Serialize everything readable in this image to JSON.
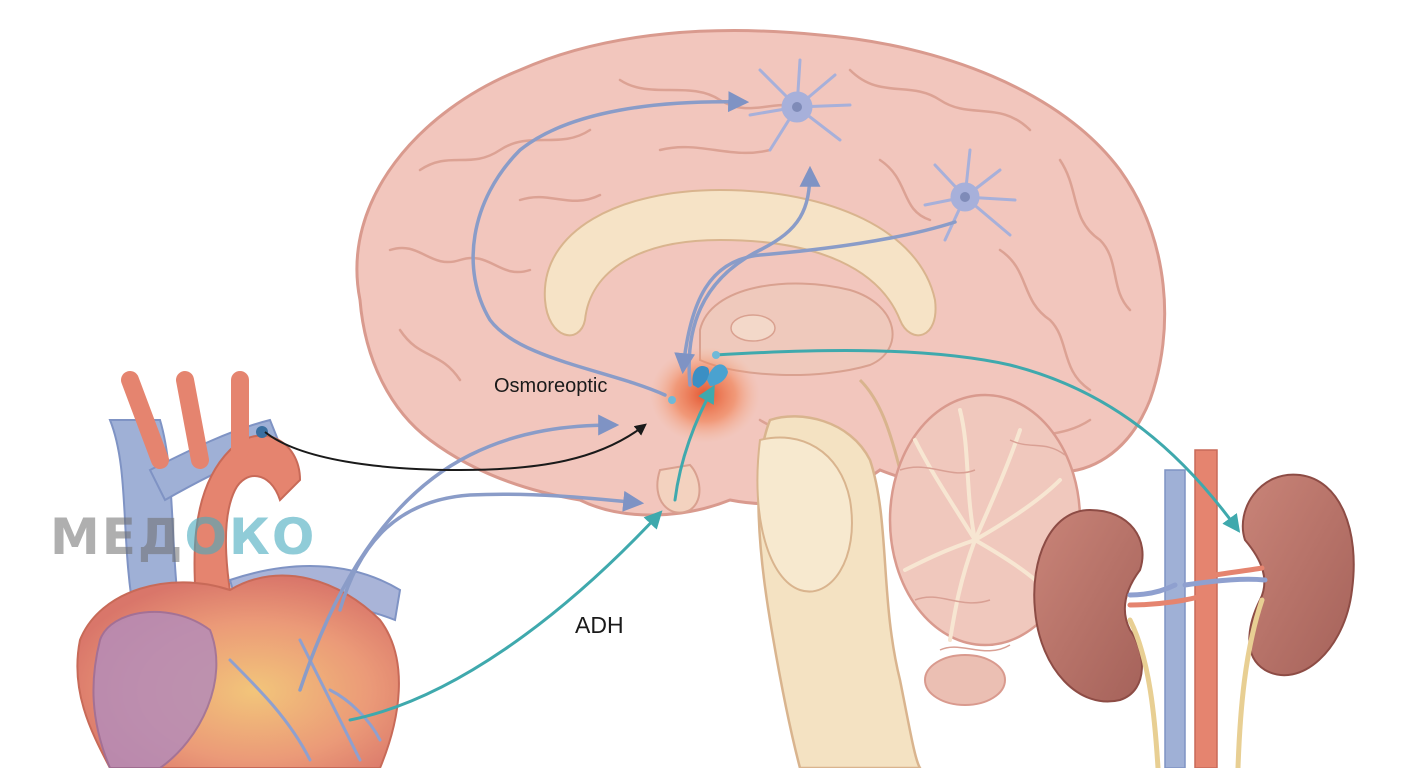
{
  "labels": {
    "osmoreceptor": "Osmoreoptic",
    "hormone": "ADH"
  },
  "watermark": {
    "part1": "МЕД",
    "part2": "ОКО"
  },
  "colors": {
    "brain_tissue": "#f2c6bd",
    "brain_outline": "#d99a8e",
    "corpus_callosum": "#f6e3c6",
    "hypothalamus_glow": "#e2502a",
    "neural_arrow": "#8a9cc8",
    "sensory_arrow": "#1a1a1a",
    "adh_arrow": "#3fa9ad",
    "heart_red": "#e5846f",
    "vein_blue": "#9fb0d6",
    "kidney": "#b97468",
    "neuron": "#a7b0da"
  }
}
